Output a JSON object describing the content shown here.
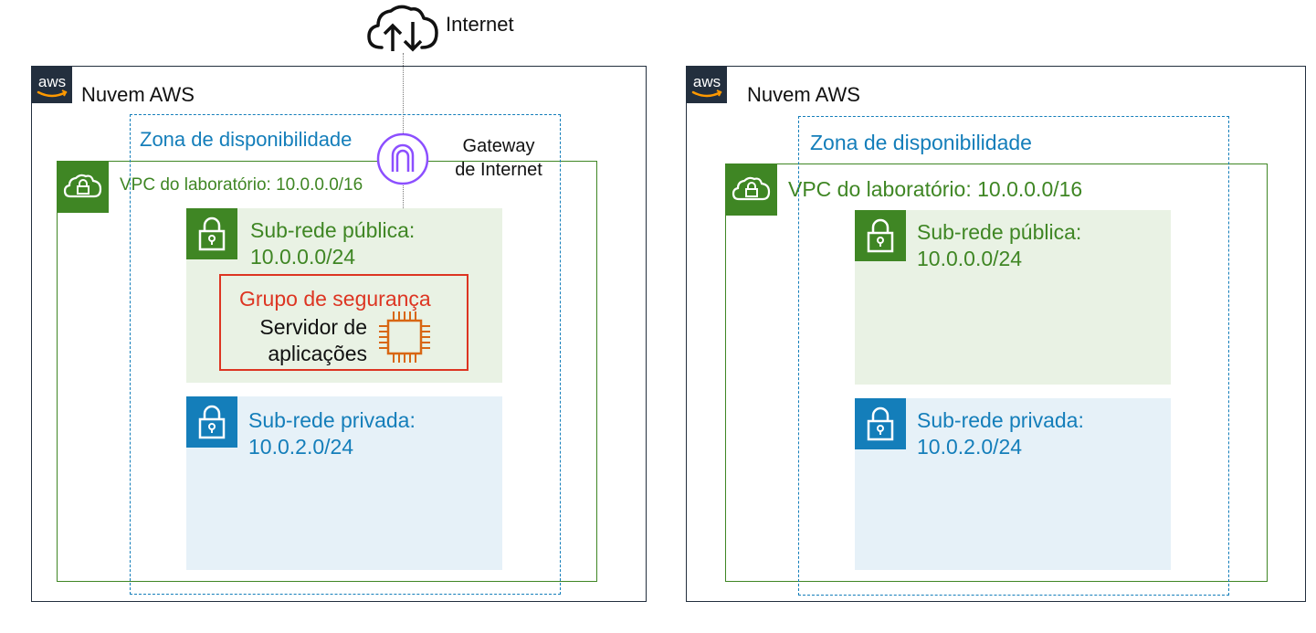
{
  "internet": {
    "label": "Internet",
    "icon": "cloud-up-down-icon"
  },
  "diagram_left": {
    "cloud": {
      "title": "Nuvem AWS",
      "logo_text": "aws"
    },
    "availability_zone": {
      "label": "Zona de disponibilidade"
    },
    "vpc": {
      "label": "VPC do laboratório: 10.0.0.0/16"
    },
    "internet_gateway": {
      "line1": "Gateway",
      "line2": "de Internet"
    },
    "public_subnet": {
      "line1": "Sub-rede pública:",
      "line2": "10.0.0.0/24"
    },
    "security_group": {
      "label": "Grupo de segurança"
    },
    "app_server": {
      "line1": "Servidor de",
      "line2": "aplicações"
    },
    "private_subnet": {
      "line1": "Sub-rede privada:",
      "line2": "10.0.2.0/24"
    }
  },
  "diagram_right": {
    "cloud": {
      "title": "Nuvem AWS",
      "logo_text": "aws"
    },
    "availability_zone": {
      "label": "Zona de disponibilidade"
    },
    "vpc": {
      "label": "VPC do laboratório: 10.0.0.0/16"
    },
    "public_subnet": {
      "line1": "Sub-rede pública:",
      "line2": "10.0.0.0/24"
    },
    "private_subnet": {
      "line1": "Sub-rede privada:",
      "line2": "10.0.2.0/24"
    }
  },
  "colors": {
    "aws_dark": "#232f3e",
    "vpc_green": "#3f8624",
    "az_blue": "#147eba",
    "security_group_red": "#dd3522",
    "ec2_orange": "#d86613",
    "igw_purple": "#8c4fff",
    "public_subnet_fill": "#e9f2e4",
    "private_subnet_fill": "#e6f1f8"
  }
}
